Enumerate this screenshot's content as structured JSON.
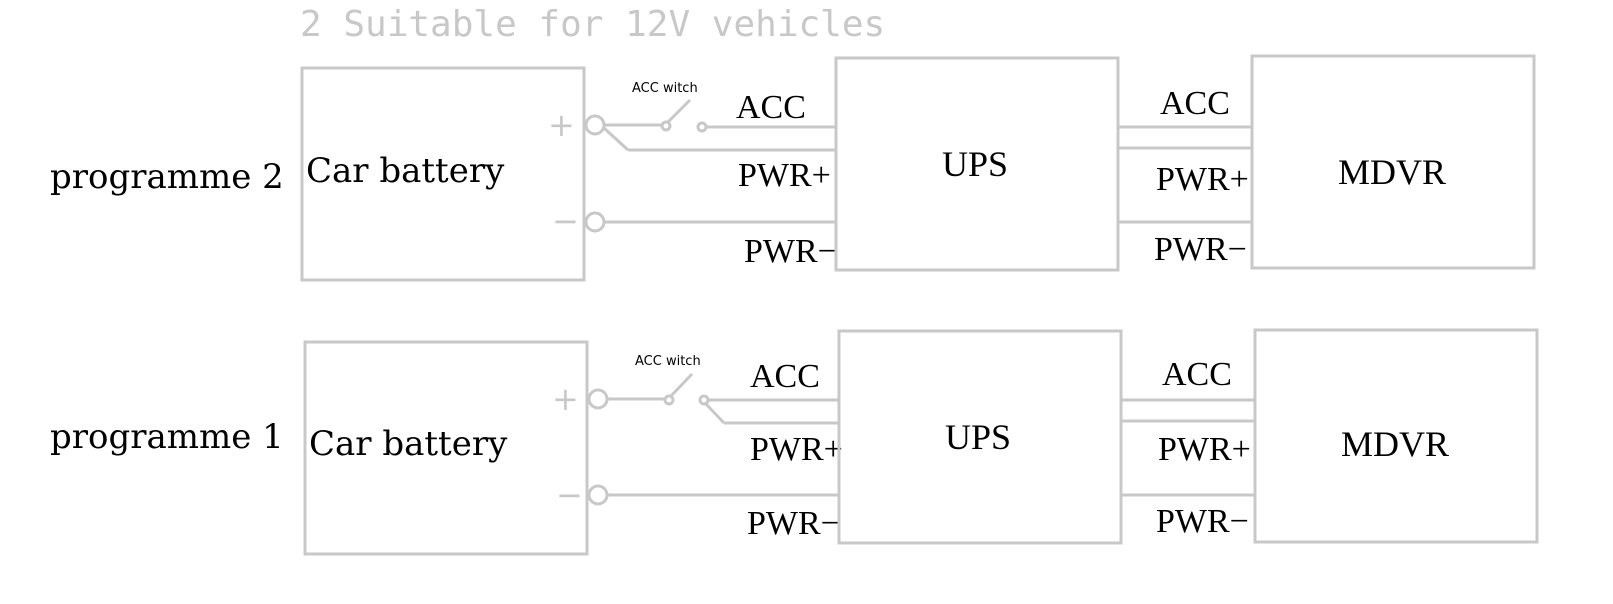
{
  "title": "2 Suitable for 12V vehicles",
  "rows": [
    {
      "label": "programme 2",
      "battery": "Car battery",
      "plus": "+",
      "minus": "−",
      "switch_label": "ACC witch",
      "ups": "UPS",
      "mdvr": "MDVR",
      "left_wires": [
        "ACC",
        "PWR+",
        "PWR−"
      ],
      "right_wires": [
        "ACC",
        "PWR+",
        "PWR−"
      ]
    },
    {
      "label": "programme 1",
      "battery": "Car battery",
      "plus": "+",
      "minus": "−",
      "switch_label": "ACC witch",
      "ups": "UPS",
      "mdvr": "MDVR",
      "left_wires": [
        "ACC",
        "PWR+",
        "PWR−"
      ],
      "right_wires": [
        "ACC",
        "PWR+",
        "PWR−"
      ]
    }
  ]
}
